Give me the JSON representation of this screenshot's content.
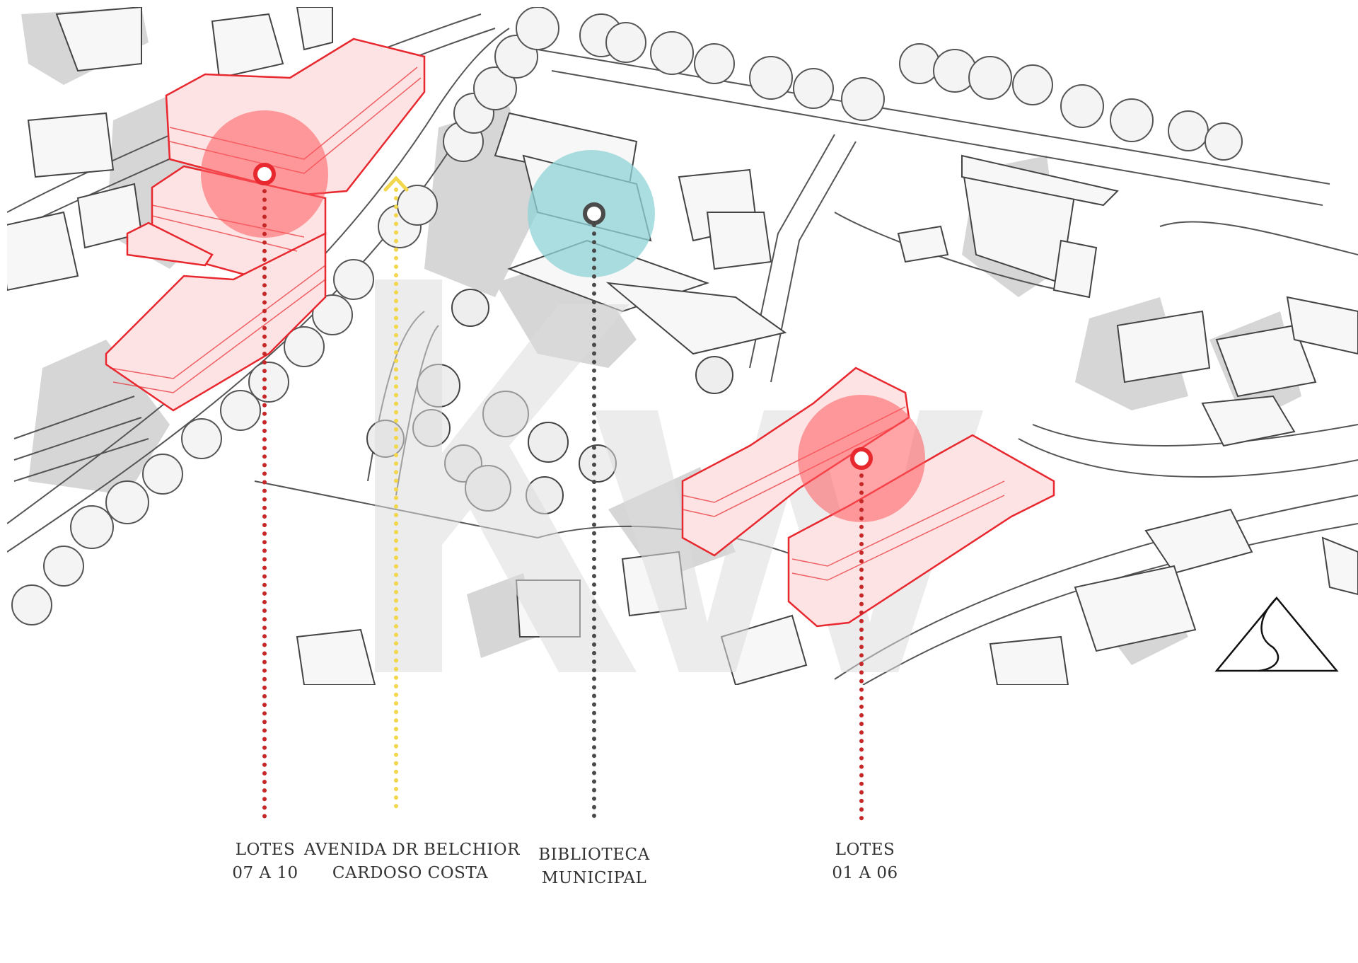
{
  "labels": {
    "lotes_07_10": {
      "line1": "LOTES",
      "line2": "07 A 10"
    },
    "avenida": {
      "line1": "AVENIDA DR BELCHIOR",
      "line2": "CARDOSO COSTA"
    },
    "biblioteca": {
      "line1": "BIBLIOTECA",
      "line2": "MUNICIPAL"
    },
    "lotes_01_06": {
      "line1": "LOTES",
      "line2": "01 A 06"
    }
  },
  "colors": {
    "highlight_red": "#e8282f",
    "highlight_fill": "#fde3e3",
    "marker_teal": "#8fd3d6",
    "marker_dark": "#4a4a4a",
    "street_yellow": "#f2d64b",
    "shadow_gray": "#c9c9c9",
    "line_gray": "#555555"
  },
  "icons": {
    "compass": "north-arrow-triangle-icon",
    "pin": "location-pin-icon"
  }
}
